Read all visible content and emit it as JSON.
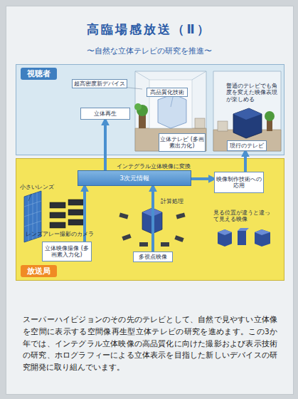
{
  "diagram": {
    "title": "高臨場感放送（Ⅱ）",
    "caption": "スーパーハイビジョンのその先のテレビとして、自然で見やすい立体像を空間に表示する空間像再生型立体テレビの研究を進めます。この3か年では、インテグラル立体映像の高品質化に向けた撮影および表示技術の研究、ホログラフィーによる立体表示を目指した新しいデバイスの研究開発に取り組んでいます。",
    "nodes": [
      {
        "text": [
          "視聴者"
        ]
      },
      {
        "text": [
          "超高密度新デバイス"
        ],
        "in": 0
      },
      {
        "text": [
          "高品質化技術"
        ],
        "in": 0
      },
      {
        "text": [
          "立体再生"
        ],
        "in": 0
      },
      {
        "text": [
          "立体テレビ (多画素出力化)"
        ],
        "in": 0
      },
      {
        "text": [
          "現行のテレビ"
        ],
        "in": 0
      },
      {
        "text": [
          "放送局"
        ]
      },
      {
        "text": [
          "インテグラル立体映像に変換",
          "3次元情報"
        ],
        "in": 6
      },
      {
        "text": [
          "映像制作技術への応用"
        ],
        "in": 6
      },
      {
        "text": [
          "立体映像撮像 (多画素入力化)"
        ],
        "in": 6
      },
      {
        "text": [
          "多視点映像"
        ],
        "in": 6
      }
    ],
    "edges": [
      {
        "from": 9,
        "to": 7,
        "arrow": "to"
      },
      {
        "from": 10,
        "to": 7,
        "arrow": "to"
      },
      {
        "from": 7,
        "to": 3,
        "arrow": "to"
      },
      {
        "from": 7,
        "to": 8,
        "arrow": "to"
      },
      {
        "from": 8,
        "to": 5,
        "arrow": "to"
      }
    ],
    "labels": [
      "〜自然な立体テレビの研究を推進〜",
      "小さいレンズ",
      "レンズアレー",
      "撮影のカメラ",
      "計算処理",
      "見る位置が違うと違って見える映像",
      "普通のテレビでも角度を変えた映像表現が楽しめる"
    ]
  }
}
